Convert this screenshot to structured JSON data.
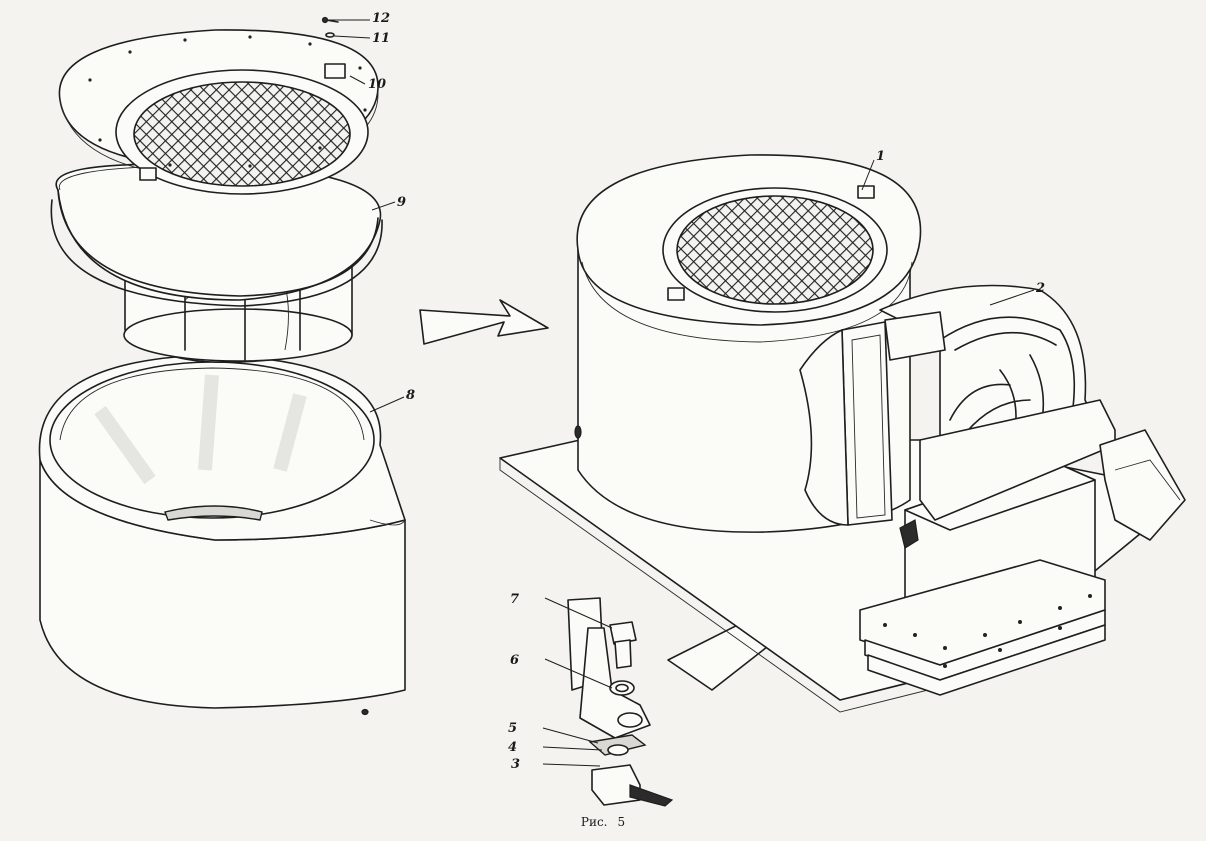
{
  "figure": {
    "caption_label": "Рис.",
    "caption_number": "5"
  },
  "callouts": {
    "c1": "1",
    "c2": "2",
    "c3": "3",
    "c4": "4",
    "c5": "5",
    "c6": "6",
    "c7": "7",
    "c8": "8",
    "c9": "9",
    "c10": "10",
    "c11": "11",
    "c12": "12"
  }
}
